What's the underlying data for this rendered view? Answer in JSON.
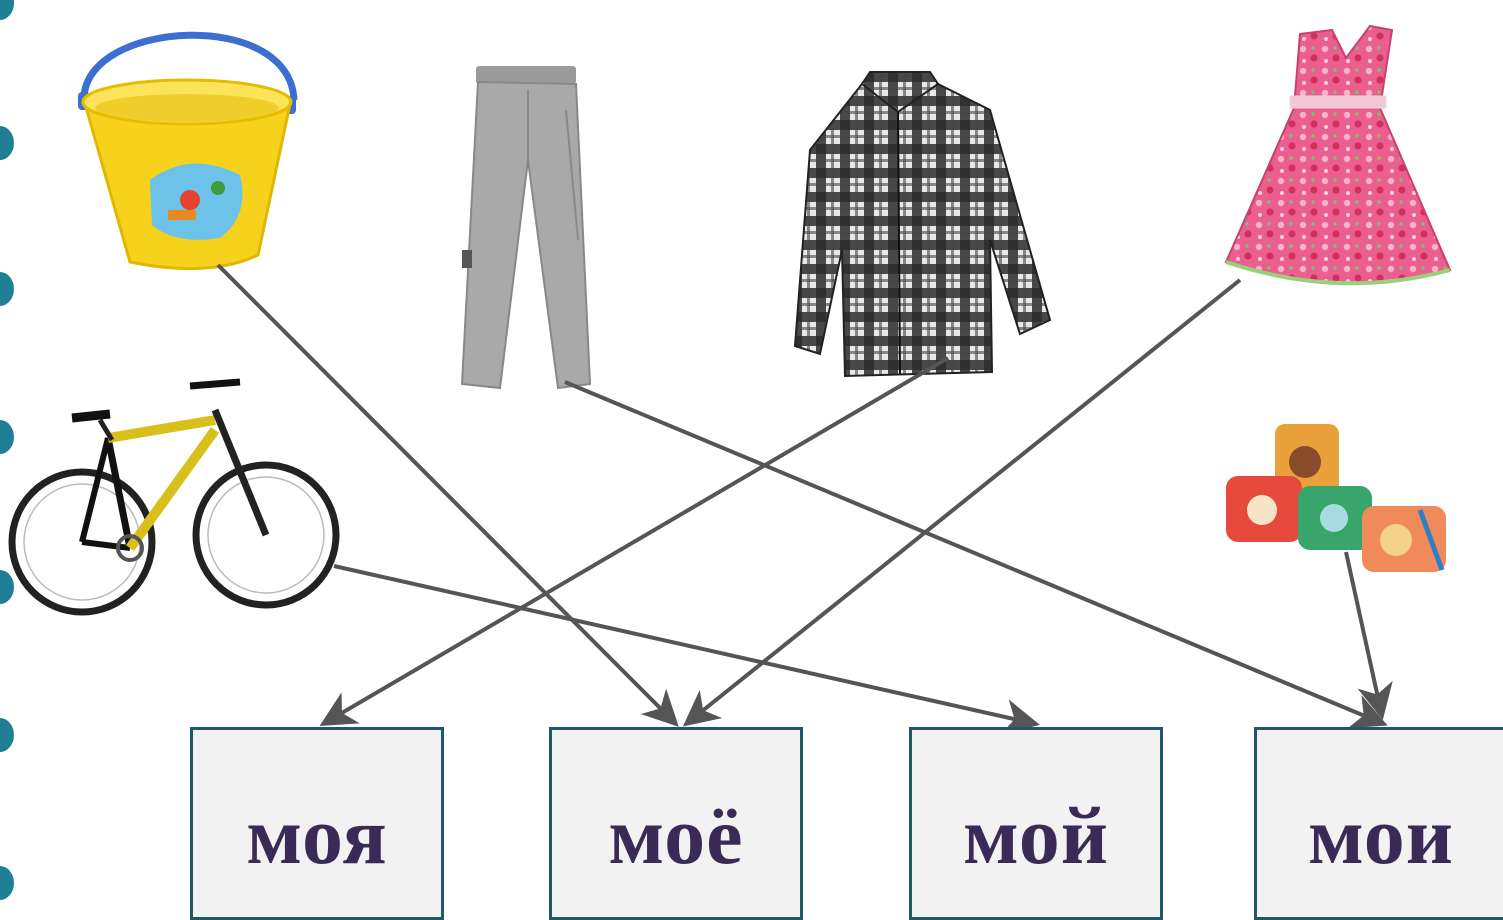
{
  "words": {
    "moya": "моя",
    "moyo": "моё",
    "moy": "мой",
    "moi": "мои"
  },
  "pictures": [
    "bucket",
    "trousers",
    "shirt",
    "dress",
    "bicycle",
    "blocks"
  ],
  "colors": {
    "box_border": "#1d5a63",
    "box_fill": "#f2f2f2",
    "word_text": "#3a2a58",
    "arrow": "#555555",
    "edge_dots": "#1f7f95"
  }
}
